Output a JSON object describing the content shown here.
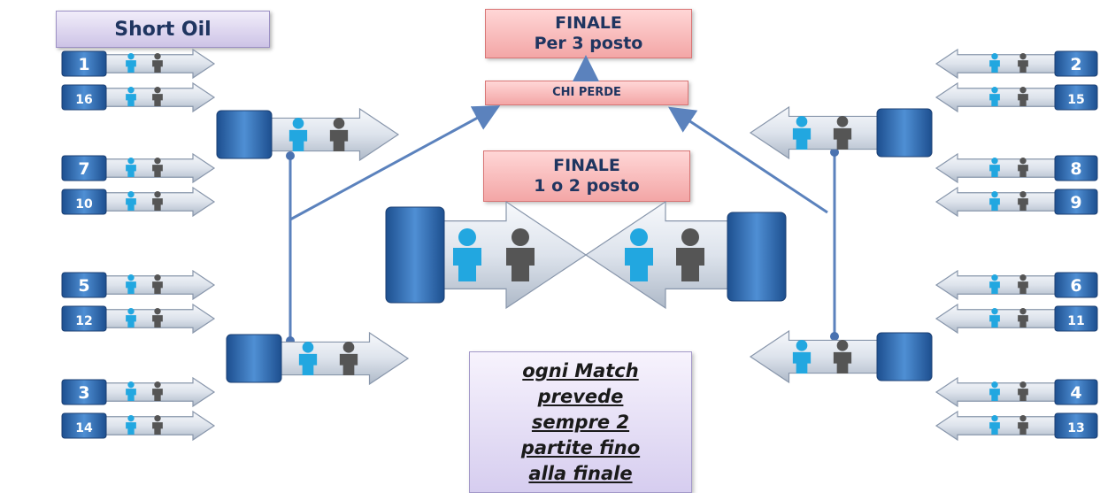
{
  "title": "Short Oil",
  "boxes": {
    "finale3_line1": "FINALE",
    "finale3_line2": "Per 3 posto",
    "chi_perde": "CHI PERDE",
    "finale12_line1": "FINALE",
    "finale12_line2": "1 o 2 posto"
  },
  "note": {
    "lines": [
      "ogni Match",
      "prevede",
      "sempre 2",
      "partite fino",
      "alla finale"
    ]
  },
  "seeds": {
    "left": [
      "1",
      "16",
      "7",
      "10",
      "5",
      "12",
      "3",
      "14"
    ],
    "right": [
      "2",
      "15",
      "8",
      "9",
      "6",
      "11",
      "4",
      "13"
    ]
  },
  "colors": {
    "badge_blue": "#2f6fb5",
    "person_blue": "#22a7e0",
    "person_gray": "#555555",
    "connector": "#5b82bd",
    "arrow_body": "#e3e8ef"
  }
}
